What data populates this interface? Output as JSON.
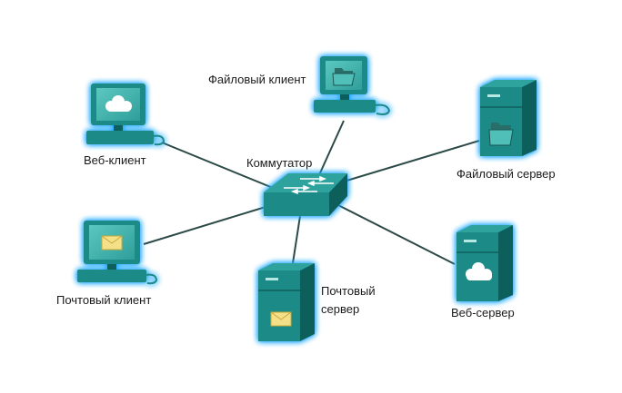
{
  "colors": {
    "device": "#1a8a86",
    "device_dark": "#0e5f5c",
    "screen": "#3fb3ad",
    "glow": "#1ea7ff",
    "link": "#2b4a47",
    "mail": "#f5e08a",
    "cloud": "#ffffff"
  },
  "nodes": {
    "switch": {
      "label": "Коммутатор",
      "icon": "switch-icon"
    },
    "file_client": {
      "label": "Файловый клиент",
      "icon": "folder-icon"
    },
    "web_client": {
      "label": "Веб-клиент",
      "icon": "cloud-icon"
    },
    "file_server": {
      "label": "Файловый сервер",
      "icon": "folder-icon"
    },
    "mail_client": {
      "label": "Почтовый клиент",
      "icon": "envelope-icon"
    },
    "mail_server": {
      "label_line1": "Почтовый",
      "label_line2": "сервер",
      "icon": "envelope-icon"
    },
    "web_server": {
      "label": "Веб-сервер",
      "icon": "cloud-icon"
    }
  }
}
